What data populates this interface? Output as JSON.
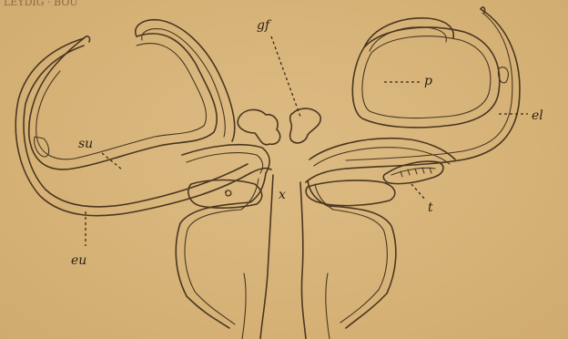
{
  "figure": {
    "top_edge_text": "LEYDIG · BOU",
    "labels": {
      "gf": "gf",
      "p": "p",
      "el": "el",
      "su": "su",
      "x": "x",
      "eu": "eu",
      "t": "t"
    }
  }
}
